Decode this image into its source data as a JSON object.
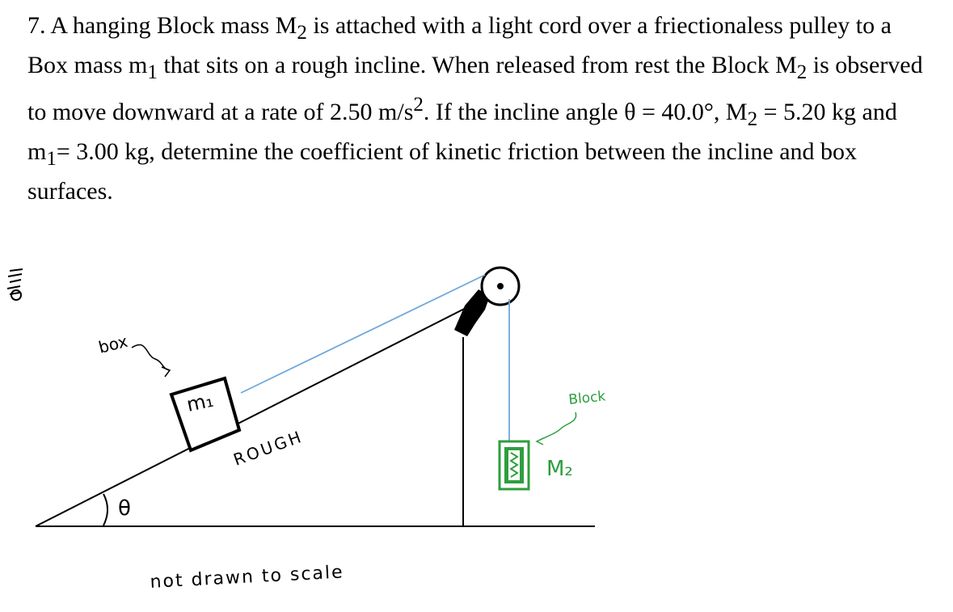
{
  "problem": {
    "number": "7.",
    "text_a": "A hanging Block mass M",
    "sub_M2_a": "2",
    "text_b": " is attached with a light cord over a friectionaless pulley to a Box mass m",
    "sub_m1_a": "1",
    "text_c": " that sits on a rough incline. When released from rest the Block M",
    "sub_M2_b": "2",
    "text_d": " is observed to move downward at a rate of 2.50 m/s",
    "sup_2": "2",
    "text_e": ". If the incline angle θ = 40.0°, M",
    "sub_M2_c": "2",
    "text_f": " = 5.20 kg and m",
    "sub_m1_b": "1",
    "text_g": "= 3.00 kg, determine the coefficient of kinetic friction between the incline and box surfaces."
  },
  "diagram": {
    "box_annotation": "box",
    "box_label": "m₁",
    "surface_label": "ROUGH",
    "angle_label": "θ",
    "block_annotation": "Block",
    "block_label": "M₂",
    "footnote": "not drawn to scale",
    "colors": {
      "ink": "#000000",
      "cord": "#6fa8dc",
      "block_green": "#2e9e3e"
    }
  }
}
